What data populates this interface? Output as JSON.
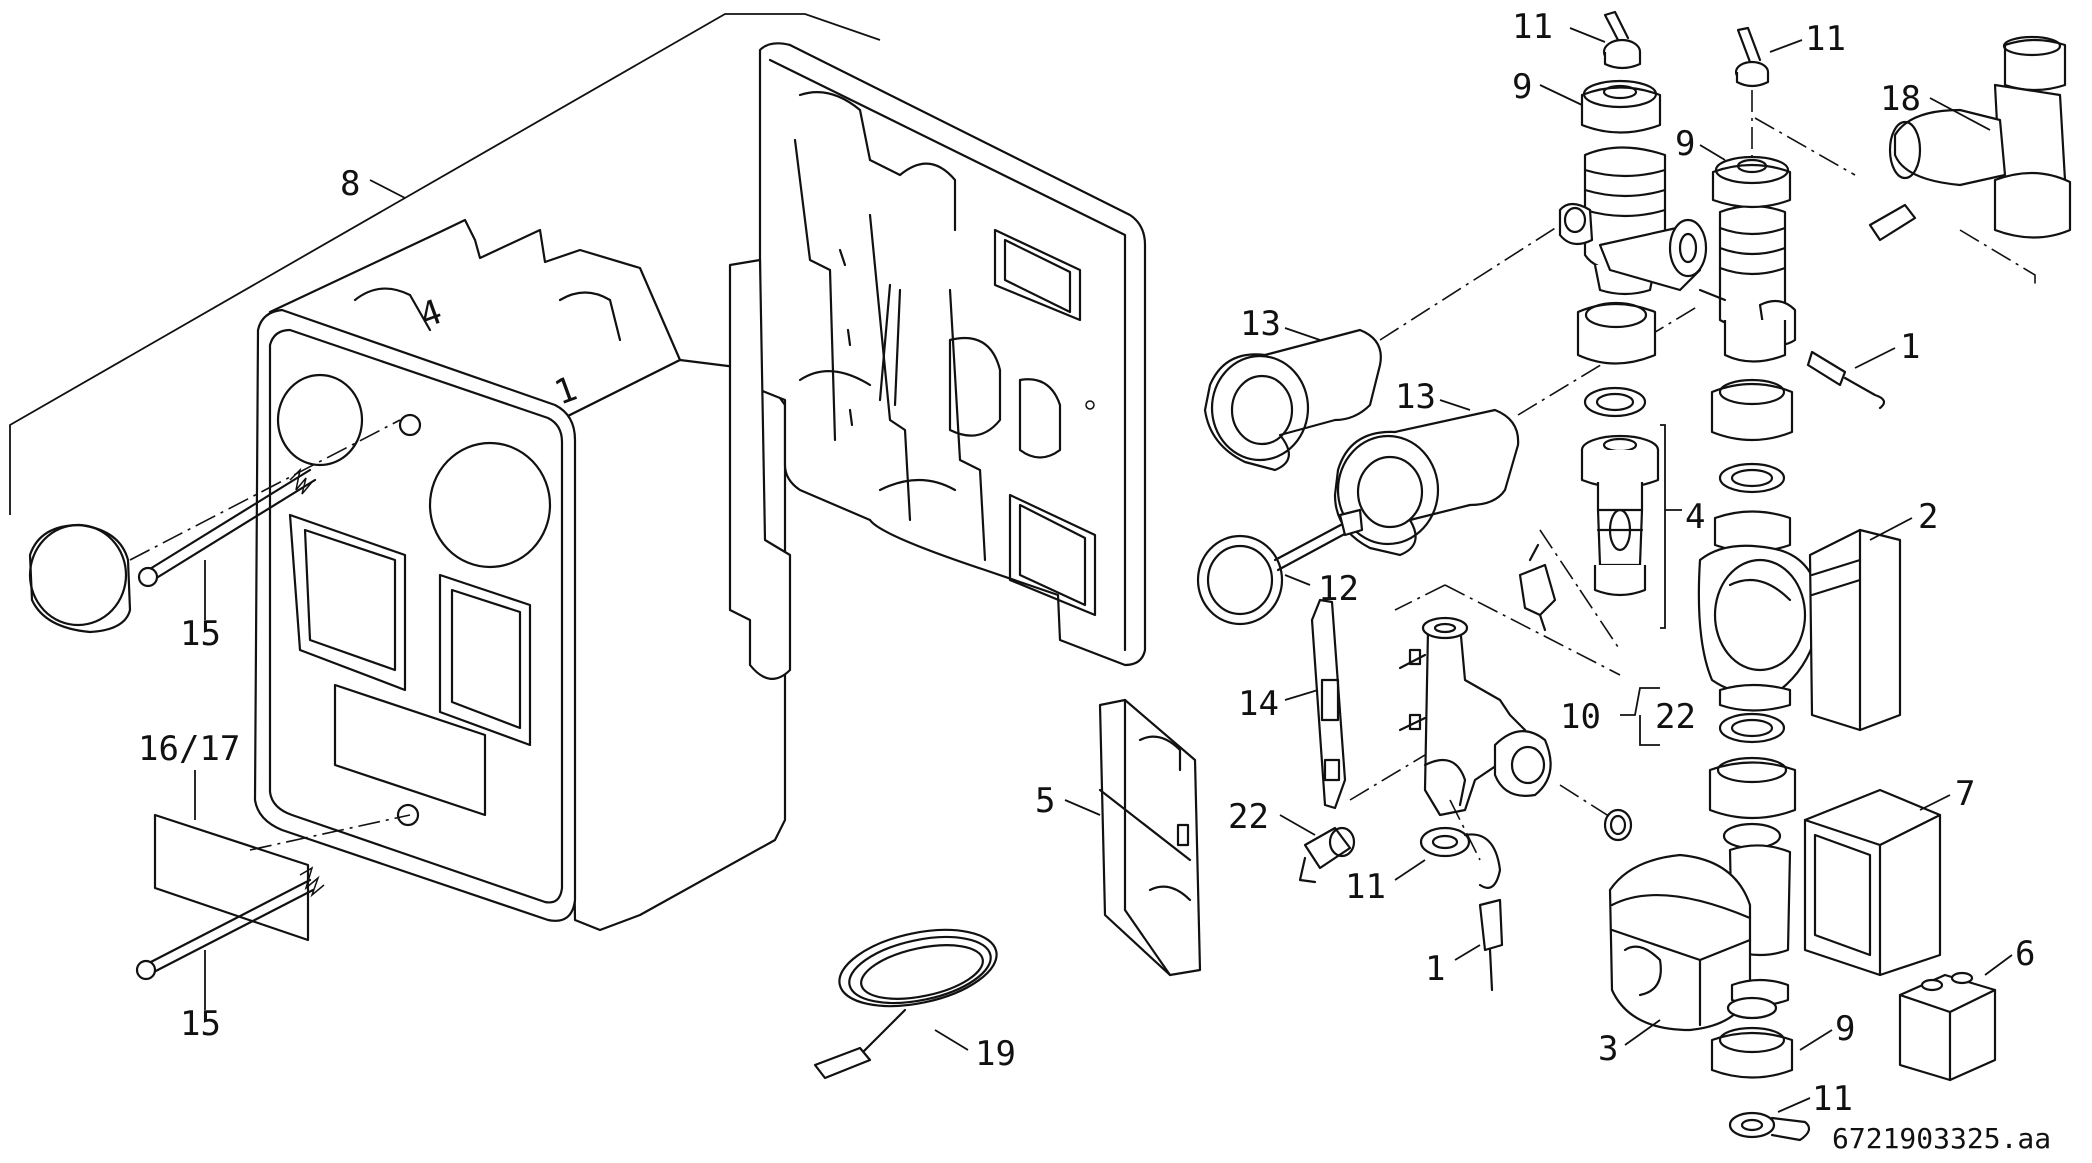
{
  "labels": {
    "l8": "8",
    "l15a": "15",
    "l15b": "15",
    "l16_17": "16/17",
    "l13a": "13",
    "l13b": "13",
    "l12": "12",
    "l14": "14",
    "l5": "5",
    "l19": "19",
    "l22a": "22",
    "l22b": "22",
    "l11a": "11",
    "l11b": "11",
    "l11c": "11",
    "l11d": "11",
    "l9a": "9",
    "l9b": "9",
    "l9c": "9",
    "l18": "18",
    "l1a": "1",
    "l1b": "1",
    "l4": "4",
    "l2": "2",
    "l10": "10",
    "l7": "7",
    "l6": "6",
    "l3": "3",
    "box_num_4": "4",
    "box_num_1": "1"
  },
  "drawing_code": "6721903325.aa"
}
